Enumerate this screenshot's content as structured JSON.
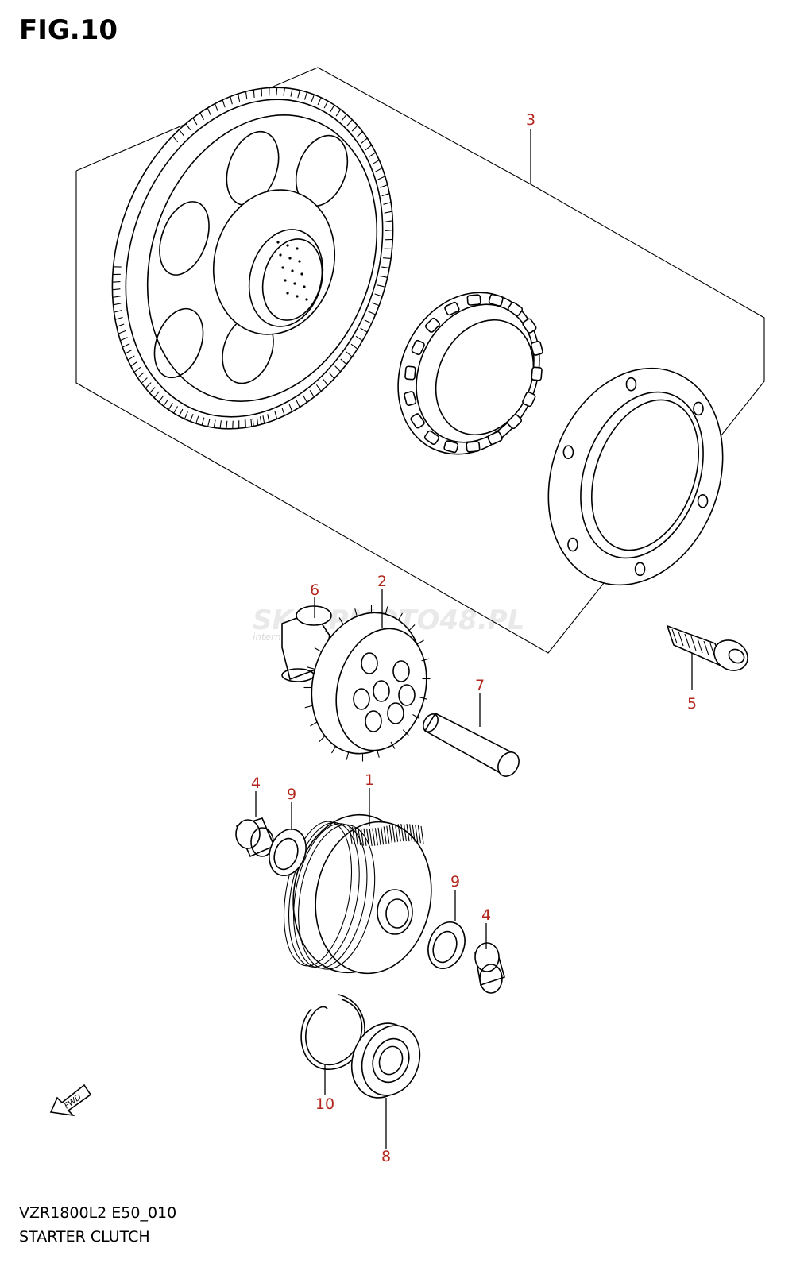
{
  "figure": {
    "title": "FIG.10",
    "model_code": "VZR1800L2 E50_010",
    "caption": "STARTER CLUTCH"
  },
  "watermark": {
    "brand": "SKLEPMOTO48.PL",
    "tagline": "internetowy sklep motocyklowy"
  },
  "fwd_label": "FWD",
  "colors": {
    "callout": "#b3261e",
    "line": "#000000",
    "watermark": "#e9e9e9"
  },
  "callouts": [
    {
      "id": "3",
      "label": "3"
    },
    {
      "id": "2",
      "label": "2"
    },
    {
      "id": "6",
      "label": "6"
    },
    {
      "id": "5",
      "label": "5"
    },
    {
      "id": "7",
      "label": "7"
    },
    {
      "id": "1",
      "label": "1"
    },
    {
      "id": "4a",
      "label": "4"
    },
    {
      "id": "9a",
      "label": "9"
    },
    {
      "id": "9b",
      "label": "9"
    },
    {
      "id": "4b",
      "label": "4"
    },
    {
      "id": "10",
      "label": "10"
    },
    {
      "id": "8",
      "label": "8"
    }
  ]
}
